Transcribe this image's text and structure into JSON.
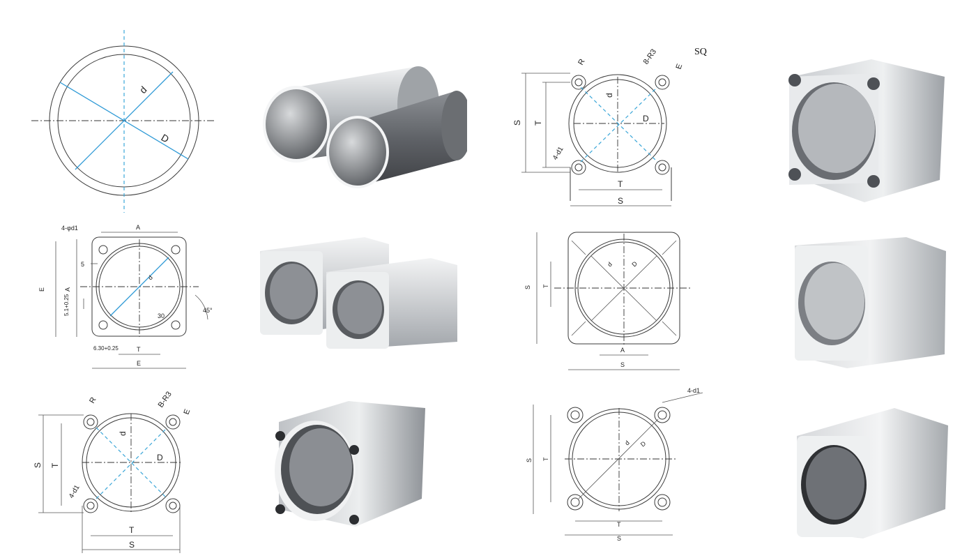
{
  "diagrams": {
    "round_tube": {
      "d": "d",
      "D": "D"
    },
    "sq_tube": {
      "tag": "SQ",
      "R": "R",
      "B_R3": "8-R3",
      "E": "E",
      "S": "S",
      "T": "T",
      "d": "d",
      "D": "D",
      "holes": "4-d1"
    },
    "compact_tube": {
      "holes": "4-φd1",
      "A": "A",
      "E": "E",
      "s5": "5",
      "t51": "5.1+0.25",
      "t630": "6.30+0.25",
      "T": "T",
      "a30": "30",
      "a45": "45°",
      "d": "d"
    },
    "profile_tube": {
      "S": "S",
      "T": "T",
      "A": "A",
      "d": "d",
      "D": "D"
    },
    "tierod_tube": {
      "R": "R",
      "B_R3": "B-R3",
      "E": "E",
      "S": "S",
      "T": "T",
      "d": "d",
      "D": "D",
      "holes": "4-d1"
    },
    "cross_tube": {
      "holes": "4-d1",
      "S": "S",
      "T": "T",
      "d": "d",
      "D": "D"
    }
  },
  "colors": {
    "dim_line": "#3a3a3a",
    "center_blue": "#3aa6d8",
    "metal_light": "#e4e6e8",
    "metal_dark": "#5a5d62"
  }
}
